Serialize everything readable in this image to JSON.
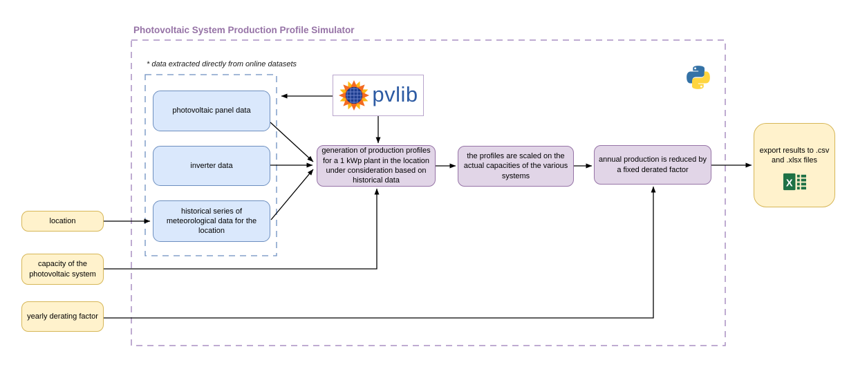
{
  "title": "Photovoltaic System Production Profile Simulator",
  "note": "* data extracted directly from online datasets",
  "inputs": [
    {
      "label": "location"
    },
    {
      "label": "capacity of the photovoltaic system"
    },
    {
      "label": "yearly derating factor"
    }
  ],
  "datasets": [
    {
      "label": "photovoltaic panel data"
    },
    {
      "label": "inverter data"
    },
    {
      "label": "historical series of meteorological data for the location"
    }
  ],
  "steps": [
    {
      "label": "generation of production profiles for a 1 kWp plant in the location under consideration based on historical data"
    },
    {
      "label": "the profiles are scaled on the actual capacities of the various systems"
    },
    {
      "label": "annual production is reduced by a fixed derated factor"
    }
  ],
  "output": {
    "label": "export results to .csv and .xlsx files"
  },
  "logos": {
    "pvlib": "pvlib"
  },
  "icons": {
    "pvlib_sun": "sunburst-solar-panel",
    "python": "python-two-snakes",
    "excel": "excel-spreadsheet"
  },
  "colors": {
    "title": "#9673a6",
    "outer_frame": "#a98fc2",
    "inner_frame": "#6c8ebf",
    "node_blue_fill": "#dae8fc",
    "node_blue_border": "#6c8ebf",
    "node_purple_fill": "#e1d5e7",
    "node_purple_border": "#9673a6",
    "node_yellow_fill": "#fff2cc",
    "node_yellow_border": "#d6b656",
    "arrow": "#000000",
    "pvlib_text": "#2d5ba3",
    "excel_green": "#1e7145",
    "python_blue": "#3472a6",
    "python_yellow": "#ffd53f"
  }
}
